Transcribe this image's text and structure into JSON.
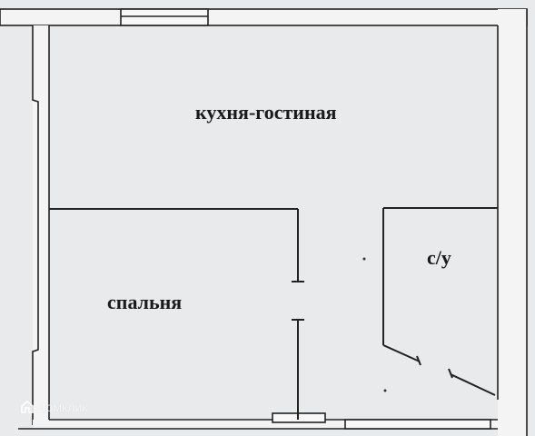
{
  "plan": {
    "rooms": [
      {
        "id": "kitchen",
        "label": "кухня-гостиная"
      },
      {
        "id": "bedroom",
        "label": "спальня"
      },
      {
        "id": "bathroom",
        "label": "с/у"
      }
    ]
  },
  "watermark": {
    "text": "Домклик",
    "icon": "house-logo-icon"
  },
  "colors": {
    "background": "#e9eaec",
    "wall": "#222222",
    "wall_fill": "#f4f4f4"
  }
}
